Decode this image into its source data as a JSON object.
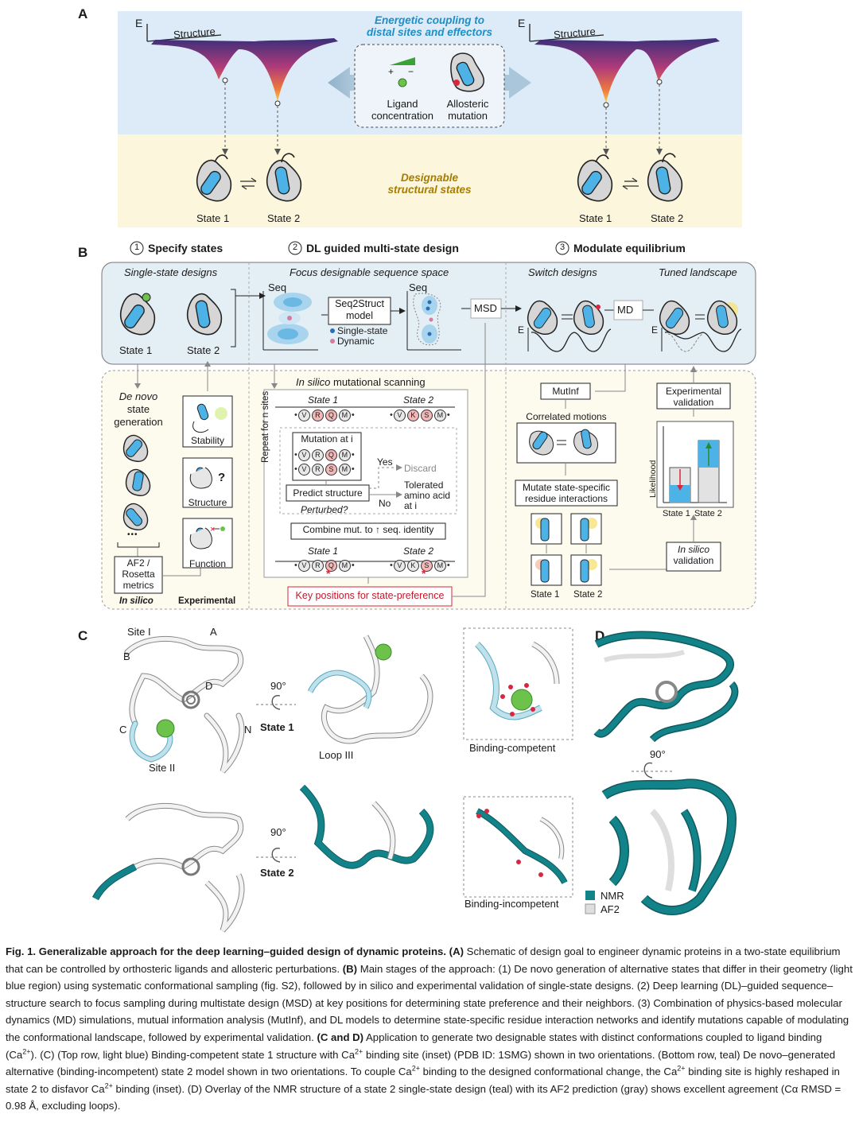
{
  "panels": {
    "a": "A",
    "b": "B",
    "c": "C",
    "d": "D"
  },
  "panel_a": {
    "axis_e": "E",
    "axis_structure": "Structure",
    "coupling_title_1": "Energetic coupling to",
    "coupling_title_2": "distal sites and effectors",
    "plus": "+",
    "minus": "−",
    "ligand_1": "Ligand",
    "ligand_2": "concentration",
    "allosteric_1": "Allosteric",
    "allosteric_2": "mutation",
    "designable_1": "Designable",
    "designable_2": "structural states",
    "state1": "State 1",
    "state2": "State 2"
  },
  "panel_b": {
    "step1": "Specify states",
    "step2": "DL guided multi-state design",
    "step3": "Modulate equilibrium",
    "step1_num": "1",
    "step2_num": "2",
    "step3_num": "3",
    "single_state_designs": "Single-state designs",
    "focus_space": "Focus designable sequence space",
    "switch_designs": "Switch designs",
    "tuned_landscape": "Tuned landscape",
    "state1": "State 1",
    "state2": "State 2",
    "seq": "Seq",
    "seq2struct_1": "Seq2Struct",
    "seq2struct_2": "model",
    "single_state": "Single-state",
    "dynamic": "Dynamic",
    "msd": "MSD",
    "md": "MD",
    "e": "E",
    "denovo_1": "De novo",
    "denovo_2": "state",
    "denovo_3": "generation",
    "dots": "•••",
    "af2_1": "AF2 /",
    "af2_2": "Rosetta",
    "af2_3": "metrics",
    "in_silico": "In silico",
    "experimental": "Experimental",
    "stability": "Stability",
    "structure": "Structure",
    "function": "Function",
    "question": "?",
    "scan_title": "In silico mutational scanning",
    "seq_state1": [
      "V",
      "R",
      "Q",
      "M"
    ],
    "seq_state2": [
      "V",
      "K",
      "S",
      "M"
    ],
    "mut_seq_a": [
      "V",
      "R",
      "Q",
      "M"
    ],
    "mut_seq_b": [
      "V",
      "R",
      "S",
      "M"
    ],
    "repeat": "Repeat for n sites",
    "mutation_at": "Mutation at i",
    "yes": "Yes",
    "no": "No",
    "discard": "Discard",
    "predict": "Predict structure",
    "perturbed": "Perturbed?",
    "tolerated_1": "Tolerated",
    "tolerated_2": "amino acid",
    "tolerated_3": "at i",
    "combine": "Combine mut. to ↑ seq. identity",
    "key_positions": "Key positions for state-preference",
    "star": "*",
    "mutinf": "MutInf",
    "correlated": "Correlated motions",
    "mutate_1": "Mutate state-specific",
    "mutate_2": "residue interactions",
    "exp_val_1": "Experimental",
    "exp_val_2": "validation",
    "likelihood": "Likelihood",
    "insilico_val_1": "In silico",
    "insilico_val_2": "validation",
    "colors": {
      "bluebox": "#e3eef5",
      "blue_band": "#dcebf7",
      "yellow_band": "#fbf6dc",
      "cyl": "#4db3e6",
      "red": "#d7263d",
      "green": "#3aa335"
    }
  },
  "panel_c": {
    "site1": "Site I",
    "a": "A",
    "b": "B",
    "c": "C",
    "d": "D",
    "n": "N",
    "site2": "Site II",
    "deg": "90°",
    "state1": "State 1",
    "state2": "State 2",
    "loop3": "Loop III",
    "binding_competent": "Binding-competent",
    "binding_incompetent": "Binding-incompetent"
  },
  "panel_d": {
    "deg": "90°",
    "nmr": "NMR",
    "af2": "AF2",
    "colors": {
      "nmr": "#13838a",
      "af2": "#dedede"
    }
  },
  "caption": {
    "fig": "Fig. 1.",
    "title": "Generalizable approach for the deep learning–guided design of dynamic proteins.",
    "a_label": "(A)",
    "a_text": "Schematic of design goal to engineer dynamic proteins in a two-state equilibrium that can be controlled by orthosteric ligands and allosteric perturbations.",
    "b_label": "(B)",
    "b_text": "Main stages of the approach: (1) De novo generation of alternative states that differ in their geometry (light blue region) using systematic conformational sampling (fig. S2), followed by in silico and experimental validation of single-state designs. (2) Deep learning (DL)–guided sequence–structure search to focus sampling during multistate design (MSD) at key positions for determining state preference and their neighbors. (3) Combination of physics-based molecular dynamics (MD) simulations, mutual information analysis (MutInf), and DL models to determine state-specific residue interaction networks and identify mutations capable of modulating the conformational landscape, followed by experimental validation.",
    "cd_label": "(C and D)",
    "cd_text_1": "Application to generate two designable states with distinct conformations coupled to ligand binding (Ca",
    "sup": "2+",
    "cd_text_2": "). (C) (Top row, light blue) Binding-competent state 1 structure with Ca",
    "cd_text_3": " binding site (inset) (PDB ID: 1SMG) shown in two orientations. (Bottom row, teal) De novo–generated alternative (binding-incompetent) state 2 model shown in two orientations. To couple Ca",
    "cd_text_4": " binding to the designed conformational change, the Ca",
    "cd_text_5": " binding site is highly reshaped in state 2 to disfavor Ca",
    "cd_text_6": " binding (inset). (D) Overlay of the NMR structure of a state 2 single-state design (teal) with its AF2 prediction (gray) shows excellent agreement (Cα RMSD = 0.98 Å, excluding loops)."
  }
}
